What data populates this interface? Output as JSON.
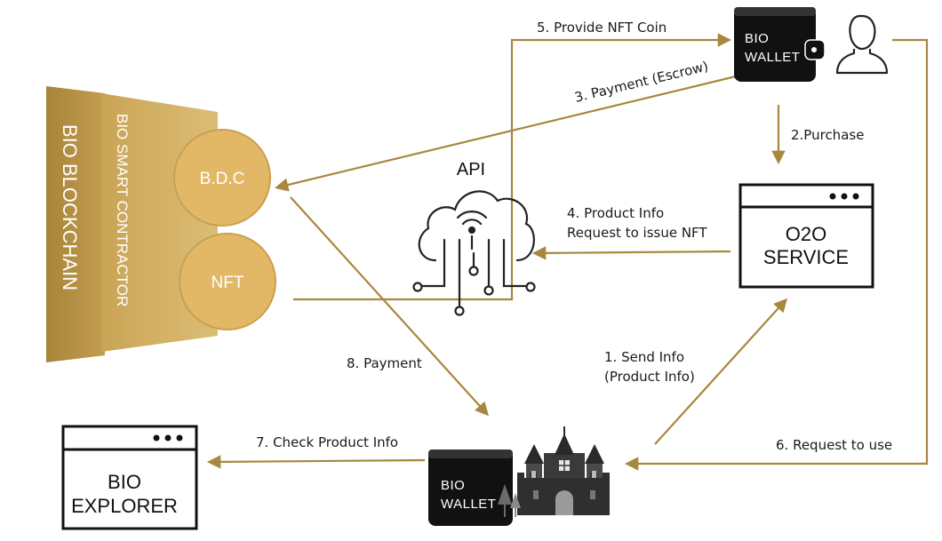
{
  "blockchain": {
    "outer_label": "BIO BLOCKCHAIN",
    "inner_label": "BIO SMART CONTRACTOR",
    "coins": [
      {
        "label": "B.D.C"
      },
      {
        "label": "NFT"
      }
    ]
  },
  "api": {
    "label": "API"
  },
  "wallet_top": {
    "line1": "BIO",
    "line2": "WALLET"
  },
  "wallet_bottom": {
    "line1": "BIO",
    "line2": "WALLET"
  },
  "o2o_box": {
    "line1": "O2O",
    "line2": "SERVICE"
  },
  "explorer_box": {
    "line1": "BIO",
    "line2": "EXPLORER"
  },
  "steps": {
    "send_info": {
      "line1": "1. Send Info",
      "line2": "(Product Info)"
    },
    "purchase": "2.Purchase",
    "payment_escrow": "3. Payment (Escrow)",
    "product_info_request": {
      "line1": "4. Product Info",
      "line2": "Request to issue NFT"
    },
    "provide_nft_coin": "5. Provide NFT Coin",
    "request_to_use": "6. Request to use",
    "check_product_info": "7. Check Product Info",
    "payment": "8. Payment"
  },
  "colors": {
    "gold_dark": "#b8913f",
    "gold_mid": "#d4b063",
    "coin": "#e2b866",
    "arrow": "#a8873e"
  }
}
